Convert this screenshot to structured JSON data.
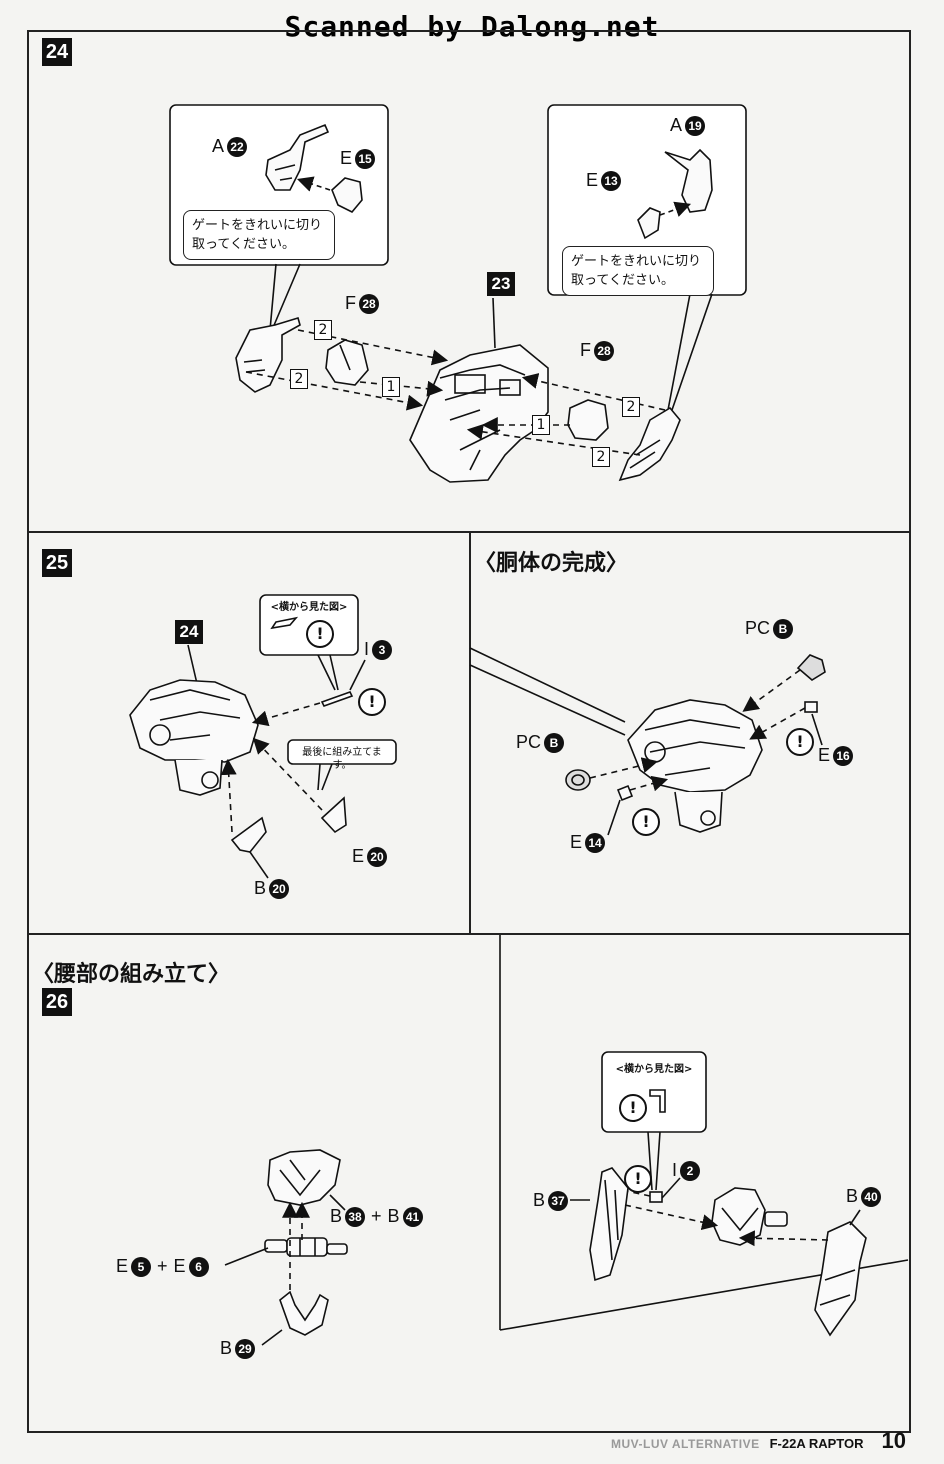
{
  "watermark": "Scanned by Dalong.net",
  "steps": {
    "s24": {
      "number": "24",
      "sub_step": "23"
    },
    "s25": {
      "number": "25",
      "sub_step": "24"
    },
    "s26": {
      "number": "26"
    }
  },
  "titles": {
    "torso_complete": "〈胴体の完成〉",
    "waist_assembly": "〈腰部の組み立て〉"
  },
  "notes": {
    "gate_left": "ゲートをきれいに切り取ってください。",
    "gate_right": "ゲートをきれいに切り取ってください。",
    "side_view_25": "<横から見た図>",
    "side_view_26": "<横から見た図>",
    "last_assemble": "最後に組み立てます。"
  },
  "parts": {
    "A22": {
      "letter": "A",
      "num": "22"
    },
    "E15": {
      "letter": "E",
      "num": "15"
    },
    "A19": {
      "letter": "A",
      "num": "19"
    },
    "E13": {
      "letter": "E",
      "num": "13"
    },
    "F28a": {
      "letter": "F",
      "num": "28"
    },
    "F28b": {
      "letter": "F",
      "num": "28"
    },
    "I3": {
      "letter": "I",
      "num": "3"
    },
    "E20": {
      "letter": "E",
      "num": "20"
    },
    "B20": {
      "letter": "B",
      "num": "20"
    },
    "PCBa": {
      "letter": "PC",
      "num": "B"
    },
    "PCBb": {
      "letter": "PC",
      "num": "B"
    },
    "E16": {
      "letter": "E",
      "num": "16"
    },
    "E14": {
      "letter": "E",
      "num": "14"
    },
    "B38": {
      "letter": "B",
      "num": "38"
    },
    "B41": {
      "letter": "B",
      "num": "41"
    },
    "E5": {
      "letter": "E",
      "num": "5"
    },
    "E6": {
      "letter": "E",
      "num": "6"
    },
    "B29": {
      "letter": "B",
      "num": "29"
    },
    "I2": {
      "letter": "I",
      "num": "2"
    },
    "B37": {
      "letter": "B",
      "num": "37"
    },
    "B40": {
      "letter": "B",
      "num": "40"
    }
  },
  "order_marks": {
    "one": "1",
    "two": "2"
  },
  "caution_icon": "!",
  "footer": {
    "series": "MUV-LUV ALTERNATIVE",
    "model": "F-22A RAPTOR",
    "page": "10"
  }
}
